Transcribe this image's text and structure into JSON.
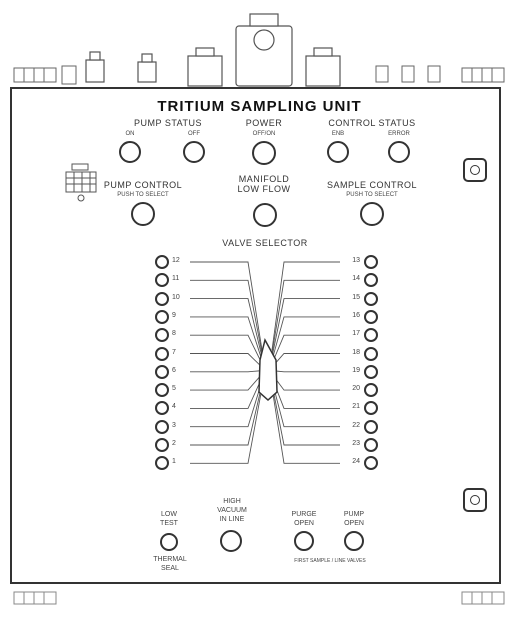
{
  "panel": {
    "title": "TRITIUM SAMPLING UNIT"
  },
  "top_row": {
    "pump_status": {
      "label": "PUMP STATUS",
      "left_sub": "ON",
      "right_sub": "OFF"
    },
    "power": {
      "label": "POWER",
      "sub": "OFF/ON"
    },
    "control_status": {
      "label": "CONTROL STATUS",
      "left_sub": "ENB",
      "right_sub": "ERROR"
    }
  },
  "second_row": {
    "pump_control": {
      "label_line1": "PUMP CONTROL",
      "label_line2": "PUSH TO SELECT"
    },
    "manifold": {
      "label_line1": "MANIFOLD",
      "label_line2": "LOW FLOW"
    },
    "sample_control": {
      "label_line1": "SAMPLE CONTROL",
      "label_line2": "PUSH TO SELECT"
    }
  },
  "valve_selector": {
    "label": "VALVE SELECTOR",
    "left_numbers": [
      "12",
      "11",
      "10",
      "9",
      "8",
      "7",
      "6",
      "5",
      "4",
      "3",
      "2",
      "1"
    ],
    "right_numbers": [
      "13",
      "14",
      "15",
      "16",
      "17",
      "18",
      "19",
      "20",
      "21",
      "22",
      "23",
      "24"
    ]
  },
  "bottom": {
    "low_test": {
      "line1": "LOW",
      "line2": "TEST"
    },
    "thermal_seal": {
      "line1": "THERMAL",
      "line2": "SEAL"
    },
    "high_vacuum": {
      "line1": "HIGH",
      "line2": "VACUUM",
      "line3": "IN LINE"
    },
    "purge_open": {
      "line1": "PURGE",
      "line2": "OPEN"
    },
    "pump_open": {
      "line1": "PUMP",
      "line2": "OPEN"
    },
    "footer": "FIRST SAMPLE / LINE VALVES"
  }
}
